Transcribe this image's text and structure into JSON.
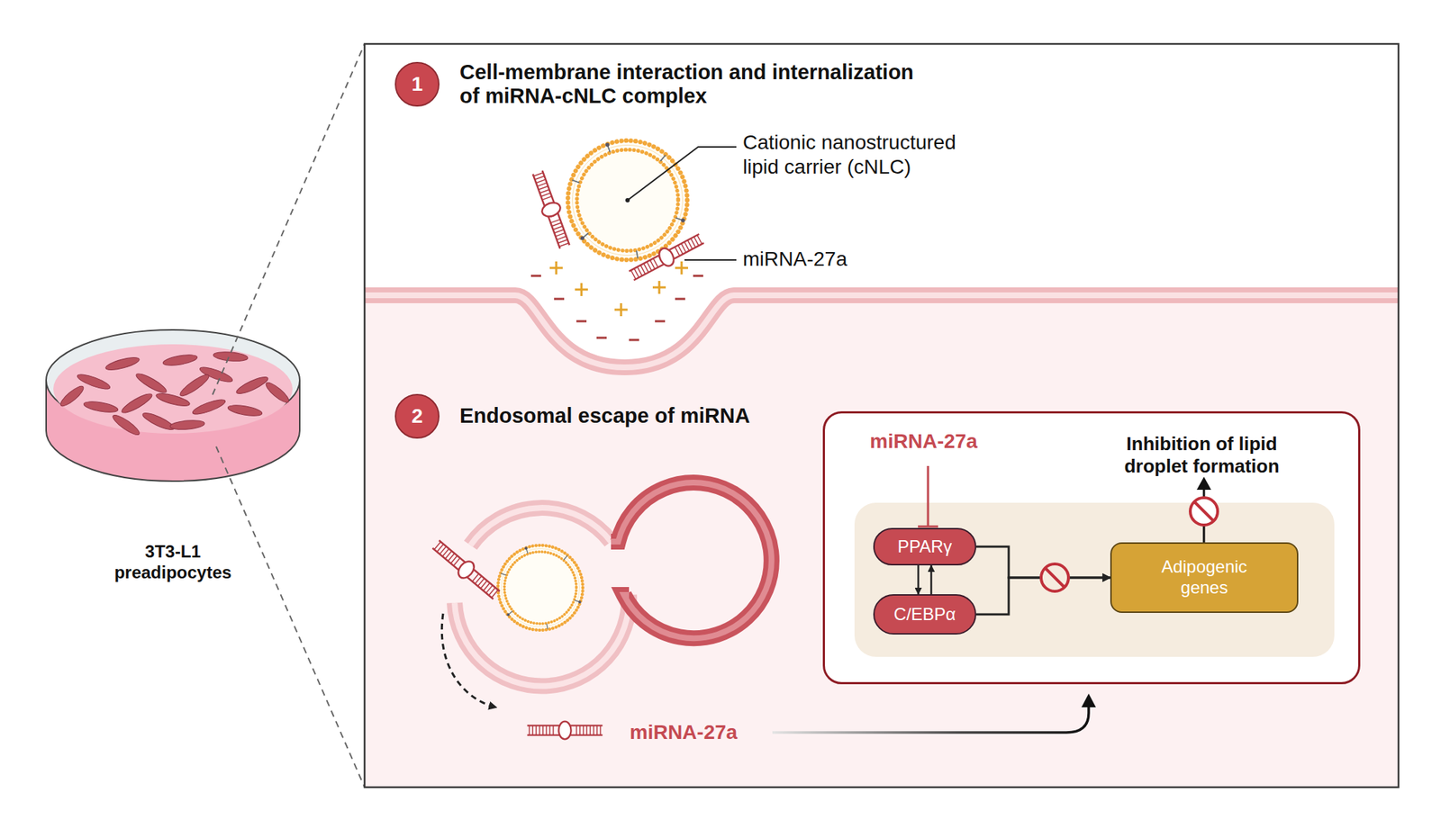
{
  "diagram": {
    "nodes": [
      {
        "text": [
          "3T3-L1 preadipocytes"
        ]
      },
      {
        "text": [
          "1"
        ]
      },
      {
        "text": [
          "2"
        ]
      },
      {
        "text": [
          "miRNA-27a",
          "Inhibition of lipid droplet formation"
        ]
      },
      {
        "text": [
          "PPARγ"
        ],
        "in": 3
      },
      {
        "text": [
          "C/EBPα"
        ],
        "in": 3
      },
      {
        "text": [
          "Adipogenic genes"
        ],
        "in": 3
      }
    ],
    "edges": [
      {
        "from": 4,
        "to": 5,
        "arrow": "to"
      },
      {
        "from": 5,
        "to": 4,
        "arrow": "to"
      },
      {
        "from": 4,
        "to": 6,
        "arrow": "to"
      },
      {
        "from": 5,
        "to": 6,
        "arrow": "to"
      }
    ],
    "labels": [
      "Cell-membrane interaction and internalization of miRNA-cNLC complex",
      "Cationic nanostructured lipid carrier (cNLC)",
      "miRNA-27a",
      "Endosomal escape of miRNA",
      "miRNA-27a"
    ]
  }
}
